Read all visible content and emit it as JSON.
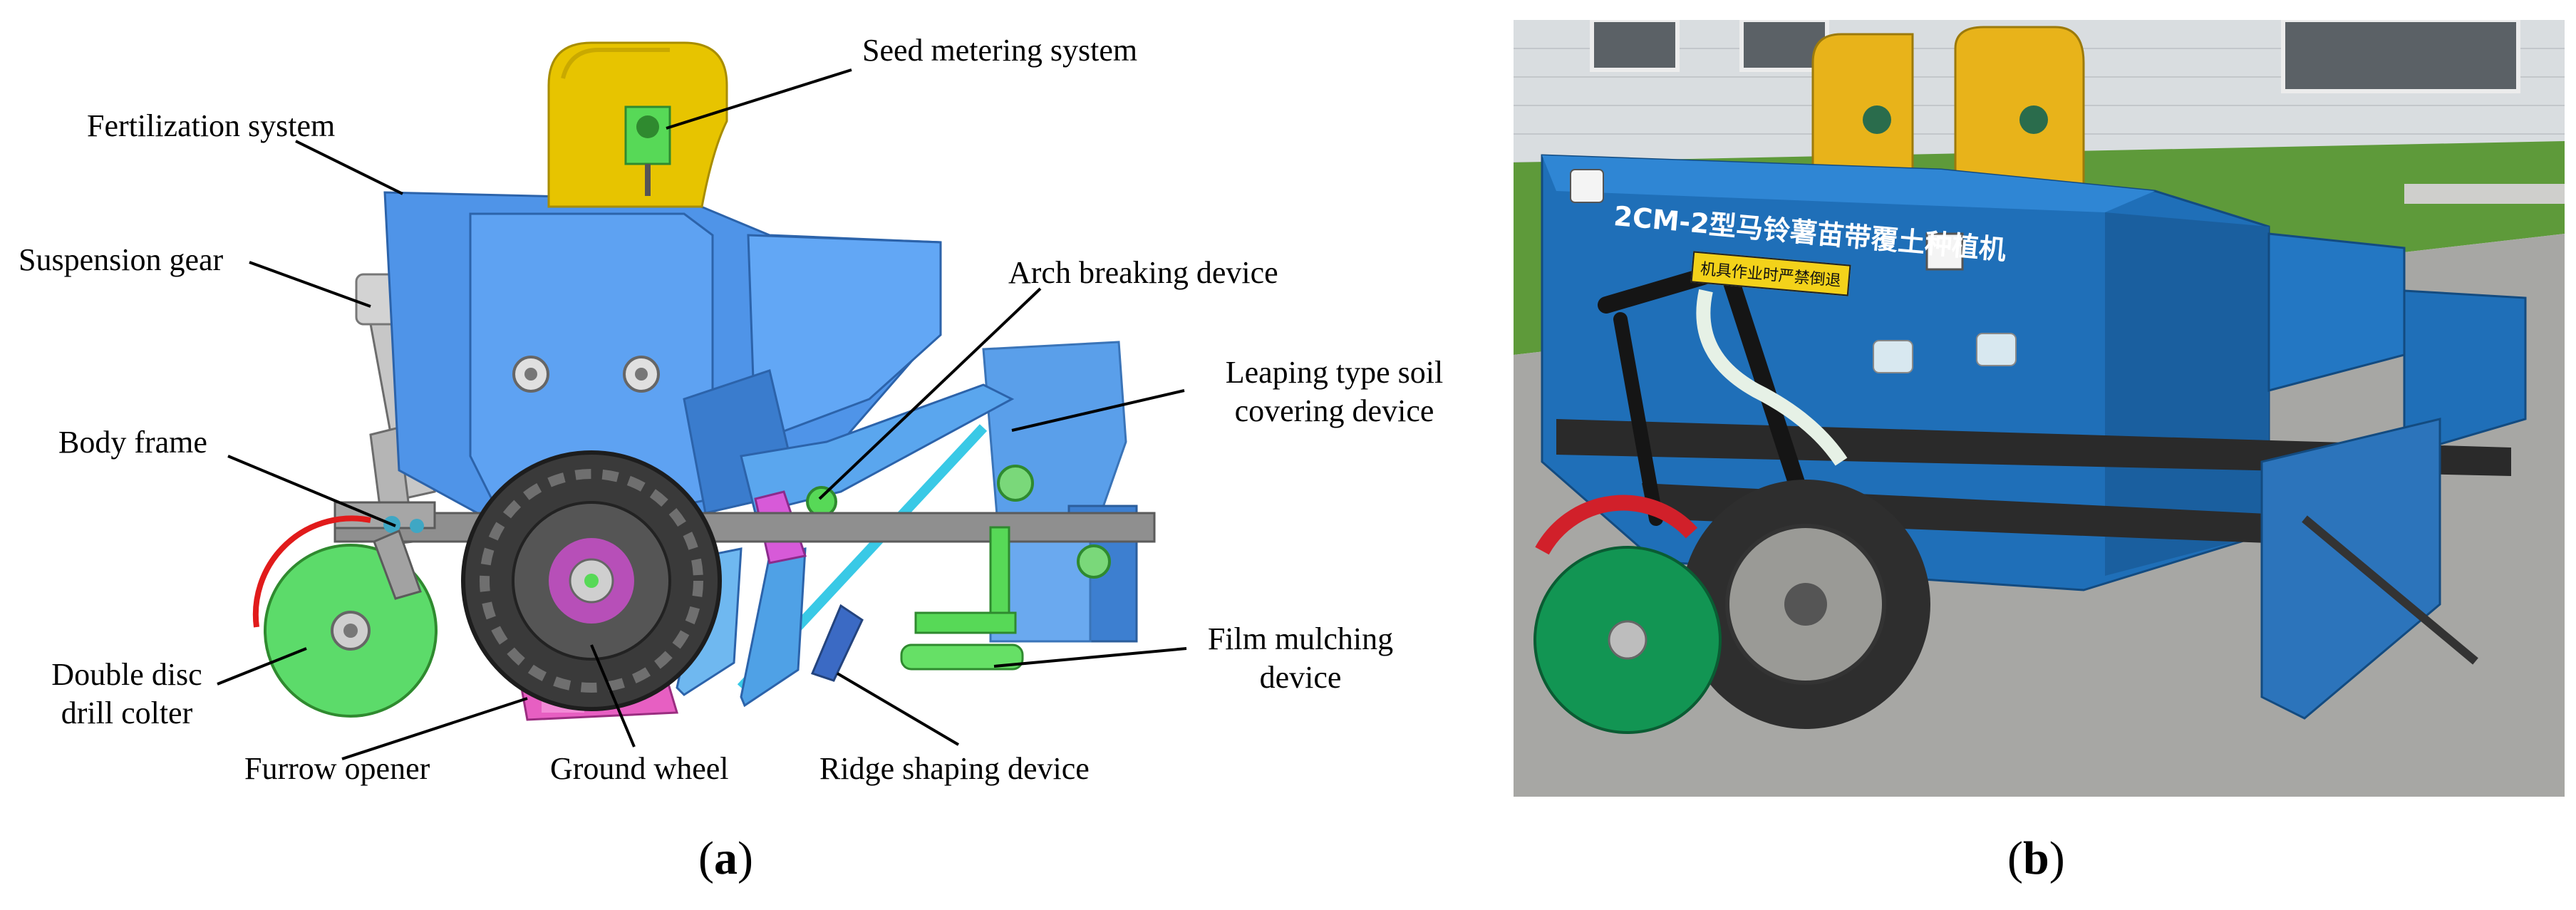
{
  "labels": {
    "seed_metering": "Seed metering system",
    "fertilization": "Fertilization system",
    "suspension": "Suspension gear",
    "arch_breaking": "Arch breaking device",
    "leaping_line1": "Leaping type soil",
    "leaping_line2": "covering device",
    "body_frame": "Body frame",
    "double_disc_line1": "Double disc",
    "double_disc_line2": "drill colter",
    "film_line1": "Film mulching",
    "film_line2": "device",
    "furrow_opener": "Furrow opener",
    "ground_wheel": "Ground wheel",
    "ridge_shaping": "Ridge shaping device"
  },
  "subfigures": {
    "a": {
      "open": "(",
      "letter": "a",
      "close": ")"
    },
    "b": {
      "open": "(",
      "letter": "b",
      "close": ")"
    }
  },
  "photo": {
    "plate_text": "2CM-2型马铃薯苗带覆土种植机",
    "warning_text": "机具作业时严禁倒退"
  },
  "colors": {
    "hopper_blue": "#4f94e8",
    "frame_gray": "#8f8f8f",
    "metering_yellow": "#e7c400",
    "green_parts": "#57d957",
    "pink_parts": "#e75fc2",
    "cyan_parts": "#39c9e6",
    "photo_blue": "#1f6fb8"
  }
}
